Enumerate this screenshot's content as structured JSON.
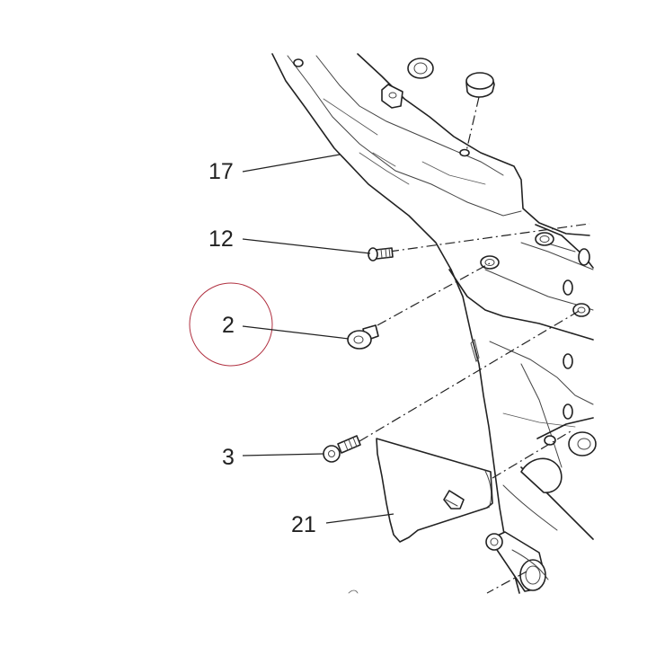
{
  "callouts": [
    {
      "label": "17",
      "part": "frame"
    },
    {
      "label": "12",
      "part": "small-screw"
    },
    {
      "label": "2",
      "part": "pin-bolt",
      "highlighted": true
    },
    {
      "label": "3",
      "part": "cap-screw"
    },
    {
      "label": "21",
      "part": "cover-plate"
    }
  ],
  "colors": {
    "line": "#222222",
    "highlight_circle": "#b03040",
    "background": "#ffffff"
  }
}
